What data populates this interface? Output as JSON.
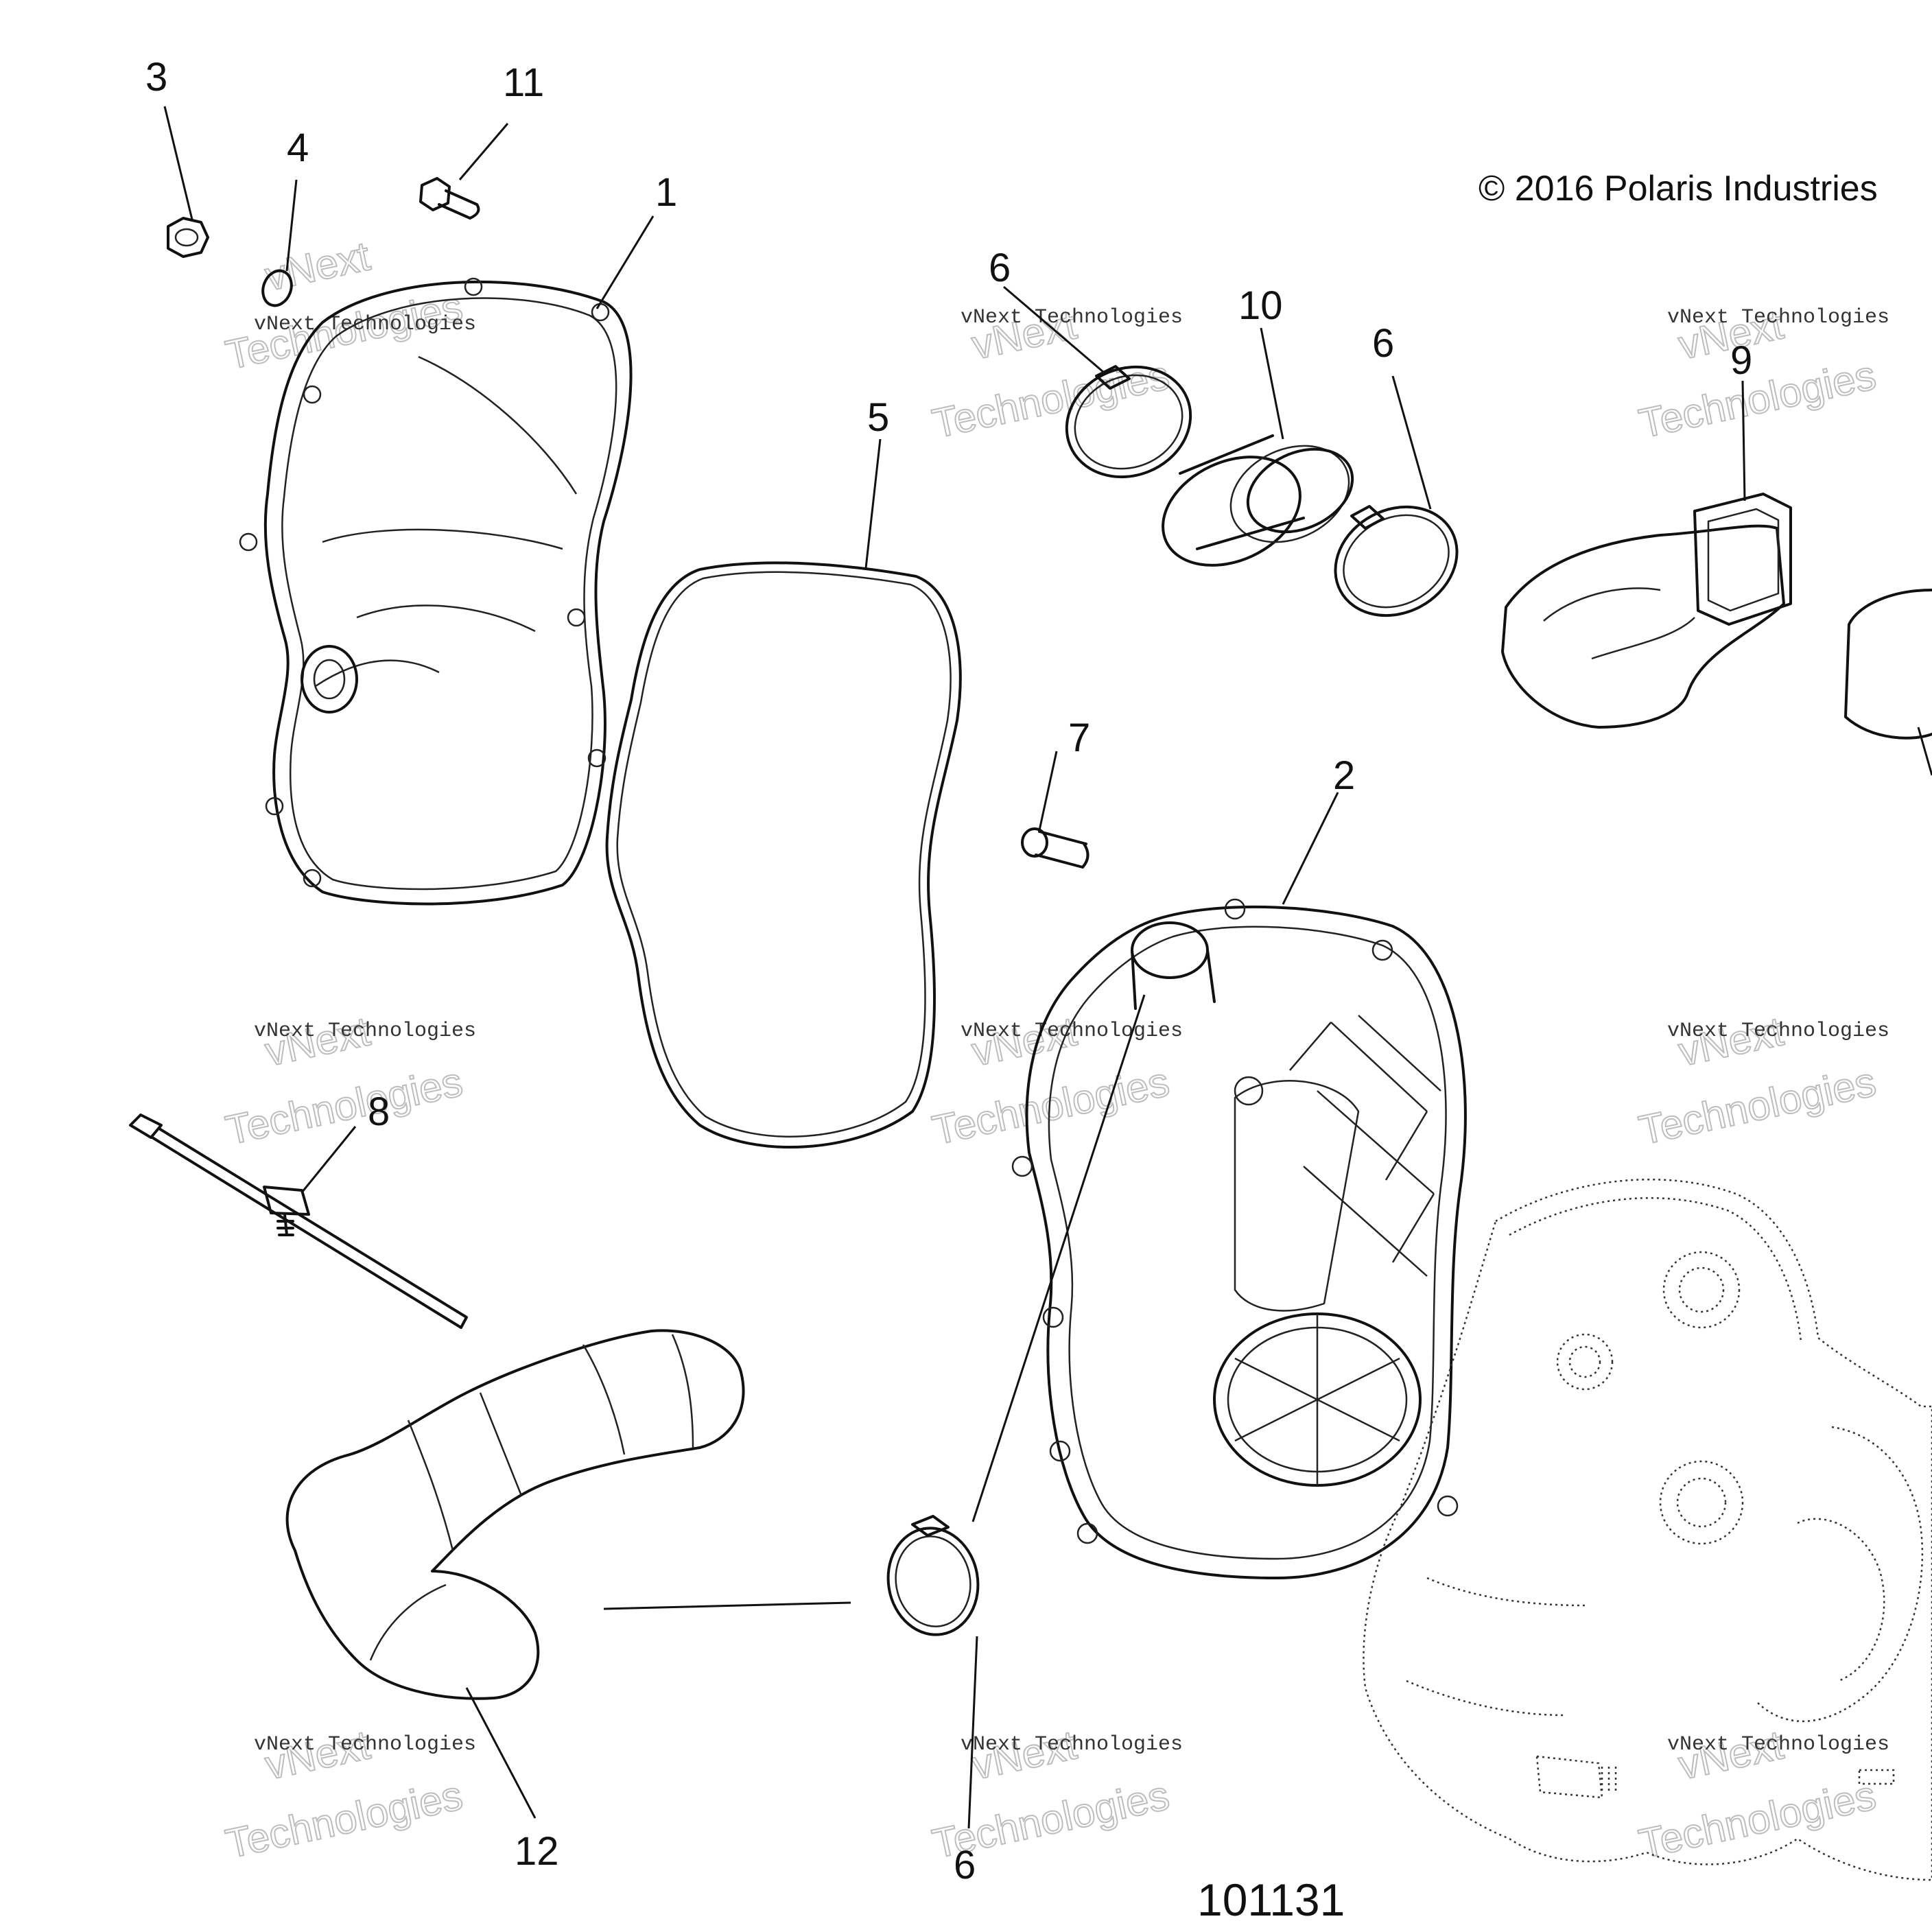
{
  "diagram": {
    "copyright": "© 2016 Polaris Industries",
    "figure_number": "101131",
    "callouts": [
      {
        "label": "3"
      },
      {
        "label": "4"
      },
      {
        "label": "11"
      },
      {
        "label": "1"
      },
      {
        "label": "5"
      },
      {
        "label": "6"
      },
      {
        "label": "10"
      },
      {
        "label": "6"
      },
      {
        "label": "9"
      },
      {
        "label": "7"
      },
      {
        "label": "2"
      },
      {
        "label": "8"
      },
      {
        "label": "12"
      },
      {
        "label": "6"
      }
    ],
    "watermark": {
      "brand": "vNext",
      "company": "vNext Technologies",
      "word": "Technologies"
    }
  }
}
